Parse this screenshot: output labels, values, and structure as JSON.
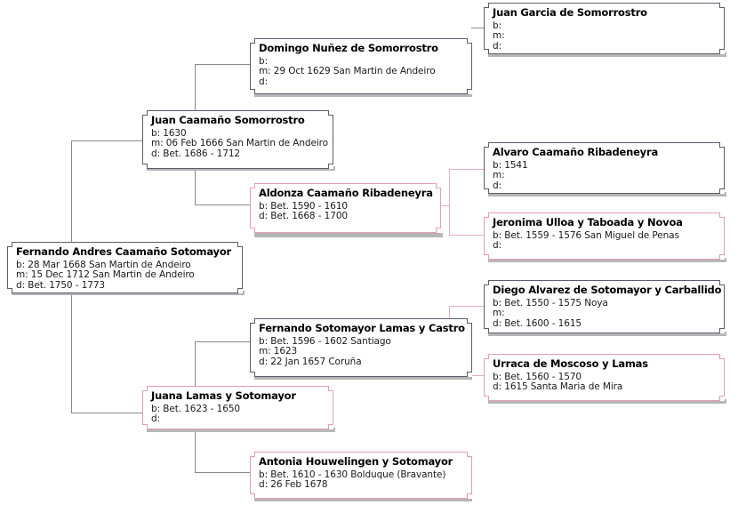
{
  "chart_type": "genealogy-pedigree-tree",
  "people": [
    {
      "id": "fernando-andres",
      "name": "Fernando Andres Caamaño Sotomayor",
      "sex": "male",
      "lines": [
        "b: 28 Mar 1668 San Martin de Andeiro",
        "m: 15 Dec 1712 San Martin de Andeiro",
        "d: Bet. 1750 - 1773"
      ]
    },
    {
      "id": "juan-caamano",
      "name": "Juan Caamaño Somorrostro",
      "sex": "male",
      "lines": [
        "b: 1630",
        "m: 06 Feb 1666 San Martin de Andeiro",
        "d: Bet. 1686 - 1712"
      ]
    },
    {
      "id": "aldonza-caamano",
      "name": "Aldonza Caamaño Ribadeneyra",
      "sex": "female",
      "lines": [
        "b: Bet. 1590 - 1610",
        "d: Bet. 1668 - 1700"
      ]
    },
    {
      "id": "domingo-nunez",
      "name": "Domingo Nuñez de Somorrostro",
      "sex": "male",
      "lines": [
        "b:",
        "m: 29 Oct 1629 San Martin de Andeiro",
        "d:"
      ]
    },
    {
      "id": "juan-garcia",
      "name": "Juan Garcia de Somorrostro",
      "sex": "male",
      "lines": [
        "b:",
        "m:",
        "d:"
      ]
    },
    {
      "id": "alvaro-caamano",
      "name": "Alvaro Caamaño Ribadeneyra",
      "sex": "male",
      "lines": [
        "b: 1541",
        "m:",
        "d:"
      ]
    },
    {
      "id": "jeronima-ulloa",
      "name": "Jeronima Ulloa y Taboada y Novoa",
      "sex": "female",
      "lines": [
        "b: Bet. 1559 - 1576 San Miguel de Penas",
        "d:"
      ]
    },
    {
      "id": "fernando-sotomayor",
      "name": "Fernando Sotomayor Lamas y Castro",
      "sex": "male",
      "lines": [
        "b: Bet. 1596 - 1602 Santiago",
        "m: 1623",
        "d: 22 Jan 1657 Coruña"
      ]
    },
    {
      "id": "juana-lamas",
      "name": "Juana Lamas y Sotomayor",
      "sex": "female",
      "lines": [
        "b: Bet. 1623 - 1650",
        "d:"
      ]
    },
    {
      "id": "diego-alvarez",
      "name": "Diego Alvarez de Sotomayor y Carballido",
      "sex": "male",
      "lines": [
        "b: Bet. 1550 - 1575 Noya",
        "m:",
        "d: Bet. 1600 - 1615"
      ]
    },
    {
      "id": "urraca-moscoso",
      "name": "Urraca de Moscoso y Lamas",
      "sex": "female",
      "lines": [
        "b: Bet. 1560 - 1570",
        "d: 1615 Santa Maria de Mira"
      ]
    },
    {
      "id": "antonia-houwelingen",
      "name": "Antonia Houwelingen y Sotomayor",
      "sex": "female",
      "lines": [
        "b: Bet. 1610 - 1630 Bolduque (Bravante)",
        "d: 26 Feb 1678"
      ]
    }
  ],
  "colors": {
    "male_border": "#5a5f6e",
    "female_border": "#e59bba",
    "connector_male": "#8a8a8a",
    "connector_female": "#e8aec4",
    "shadow": "#b6b6b6",
    "background": "#ffffff",
    "text": "#000000"
  }
}
